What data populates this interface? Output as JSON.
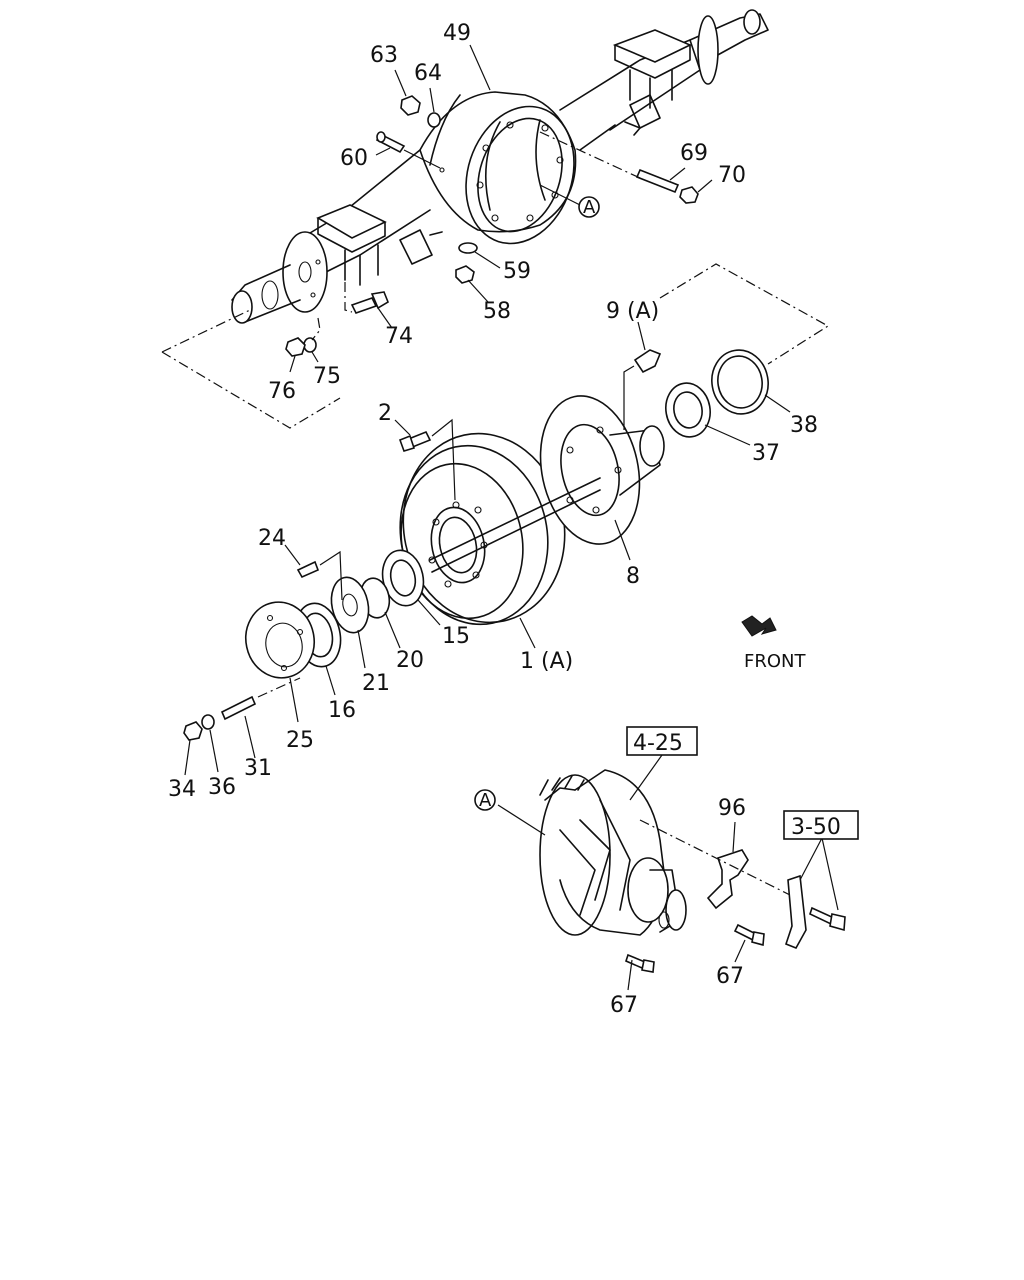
{
  "diagram": {
    "callouts": {
      "c49": "49",
      "c63": "63",
      "c64": "64",
      "c60": "60",
      "c69": "69",
      "c70": "70",
      "c59": "59",
      "c58": "58",
      "c74": "74",
      "c75": "75",
      "c76": "76",
      "c9a": "9 (A)",
      "c38": "38",
      "c37": "37",
      "c2": "2",
      "c8": "8",
      "c24": "24",
      "c15": "15",
      "c20": "20",
      "c21": "21",
      "c16": "16",
      "c1a": "1 (A)",
      "c25": "25",
      "c31": "31",
      "c34": "34",
      "c36": "36",
      "c96": "96",
      "c67a": "67",
      "c67b": "67",
      "circle_a_top": "A",
      "circle_a_bottom": "A"
    },
    "ref_boxes": {
      "r425": "4-25",
      "r350": "3-50"
    },
    "front_label": "FRONT"
  }
}
